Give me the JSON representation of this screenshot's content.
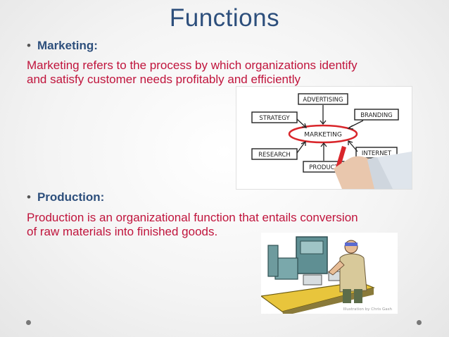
{
  "slide": {
    "title": "Functions",
    "sections": [
      {
        "bullet": "•",
        "heading": "Marketing:",
        "text_lines": [
          "Marketing refers to the process by which organizations identify",
          "and satisfy customer needs profitably and efficiently"
        ],
        "diagram_labels": [
          "ADVERTISING",
          "STRATEGY",
          "BRANDING",
          "MARKETING",
          "RESEARCH",
          "INTERNET",
          "PRODUCT"
        ]
      },
      {
        "bullet": "•",
        "heading": "Production:",
        "text_lines": [
          "Production is an organizational function that entails conversion",
          "of raw materials into finished goods."
        ],
        "credit": "Illustration by Chris Gash"
      }
    ]
  },
  "colors": {
    "title": "#2d4f7c",
    "body_text": "#c0143c",
    "accent_red": "#d9262b"
  }
}
